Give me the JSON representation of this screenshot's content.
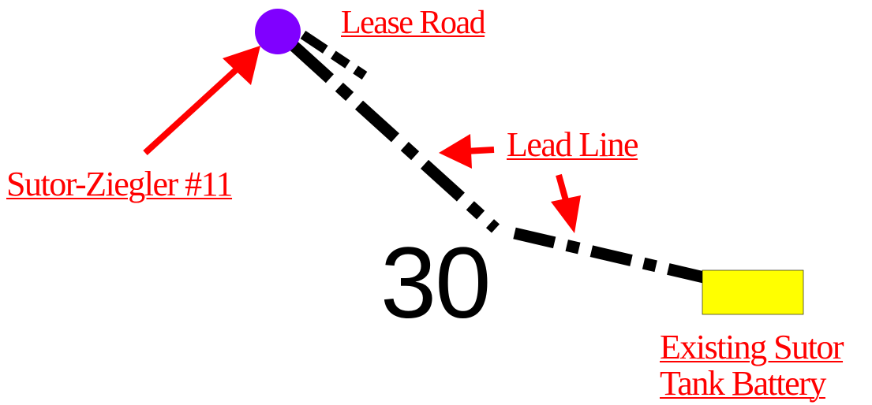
{
  "labels": {
    "lease_road": "Lease Road",
    "lead_line": "Lead Line",
    "well": "Sutor-Ziegler #11",
    "battery_line1": "Existing Sutor",
    "battery_line2": "Tank Battery"
  },
  "section_number": "30",
  "colors": {
    "label": "#ff0000",
    "arrow": "#ff0000",
    "line": "#000000",
    "well_marker": "#8000ff",
    "tank_battery": "#ffff00"
  }
}
